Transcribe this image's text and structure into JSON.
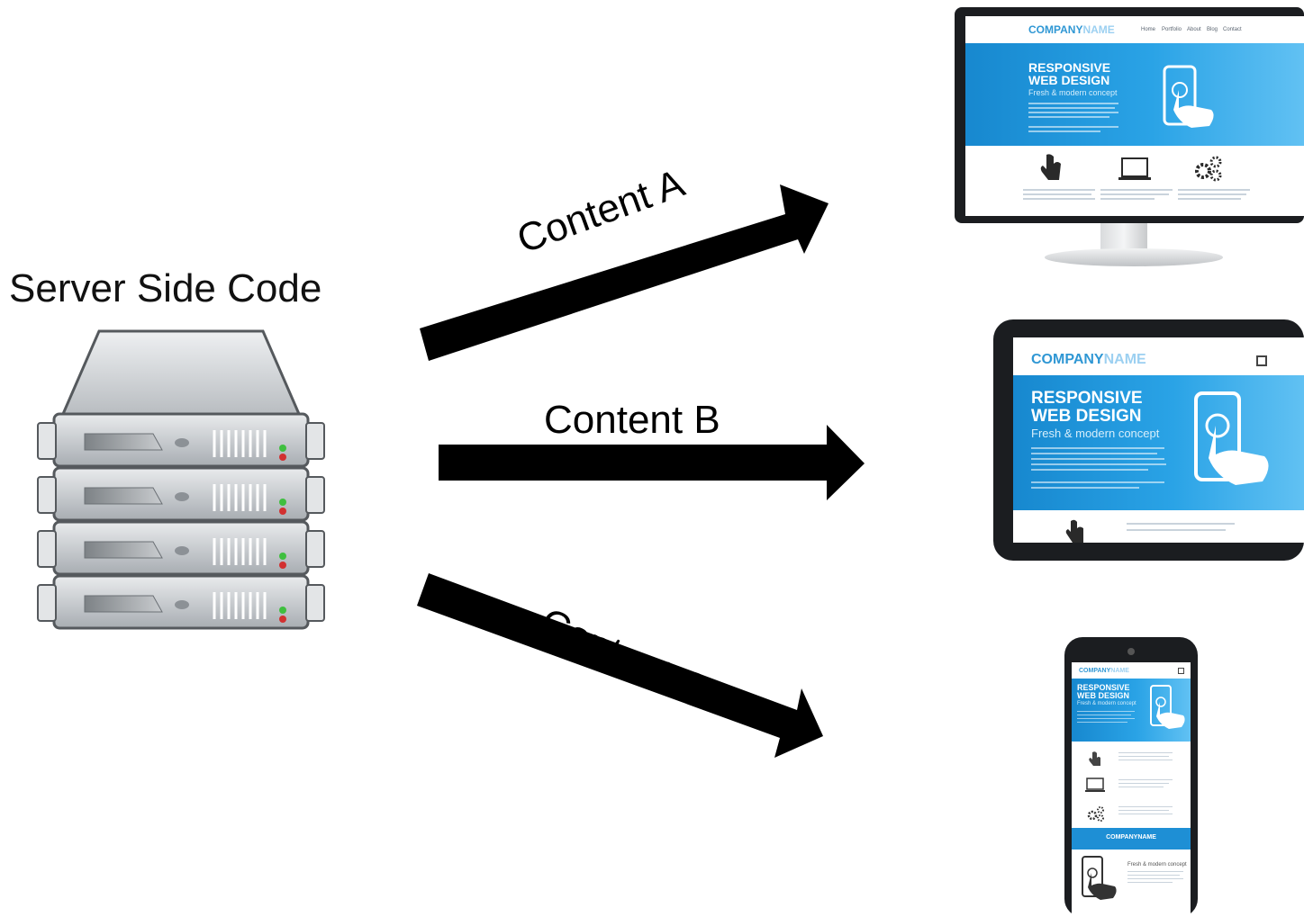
{
  "server": {
    "label": "Server Side Code"
  },
  "arrows": [
    {
      "label": "Content A"
    },
    {
      "label": "Content B"
    },
    {
      "label": "Content C"
    }
  ],
  "website": {
    "brand_bold": "COMPANY",
    "brand_light": "NAME",
    "brand_full": "COMPANYNAME",
    "nav": [
      "Home",
      "Portfolio",
      "About",
      "Blog",
      "Contact"
    ],
    "hero_title_line1": "RESPONSIVE",
    "hero_title_line2": "WEB DESIGN",
    "hero_subtitle": "Fresh & modern concept",
    "promo_subtitle": "Fresh & modern concept"
  },
  "colors": {
    "accent": "#2f97d4",
    "hero_blue": "#1788cf",
    "device_frame": "#1b1d20",
    "server_body": "#c9cccf",
    "arrow": "#000000"
  },
  "icons": [
    "server-rack-icon",
    "touch-hand-icon",
    "laptop-icon",
    "gears-icon",
    "smartphone-touch-icon",
    "menu-icon"
  ]
}
